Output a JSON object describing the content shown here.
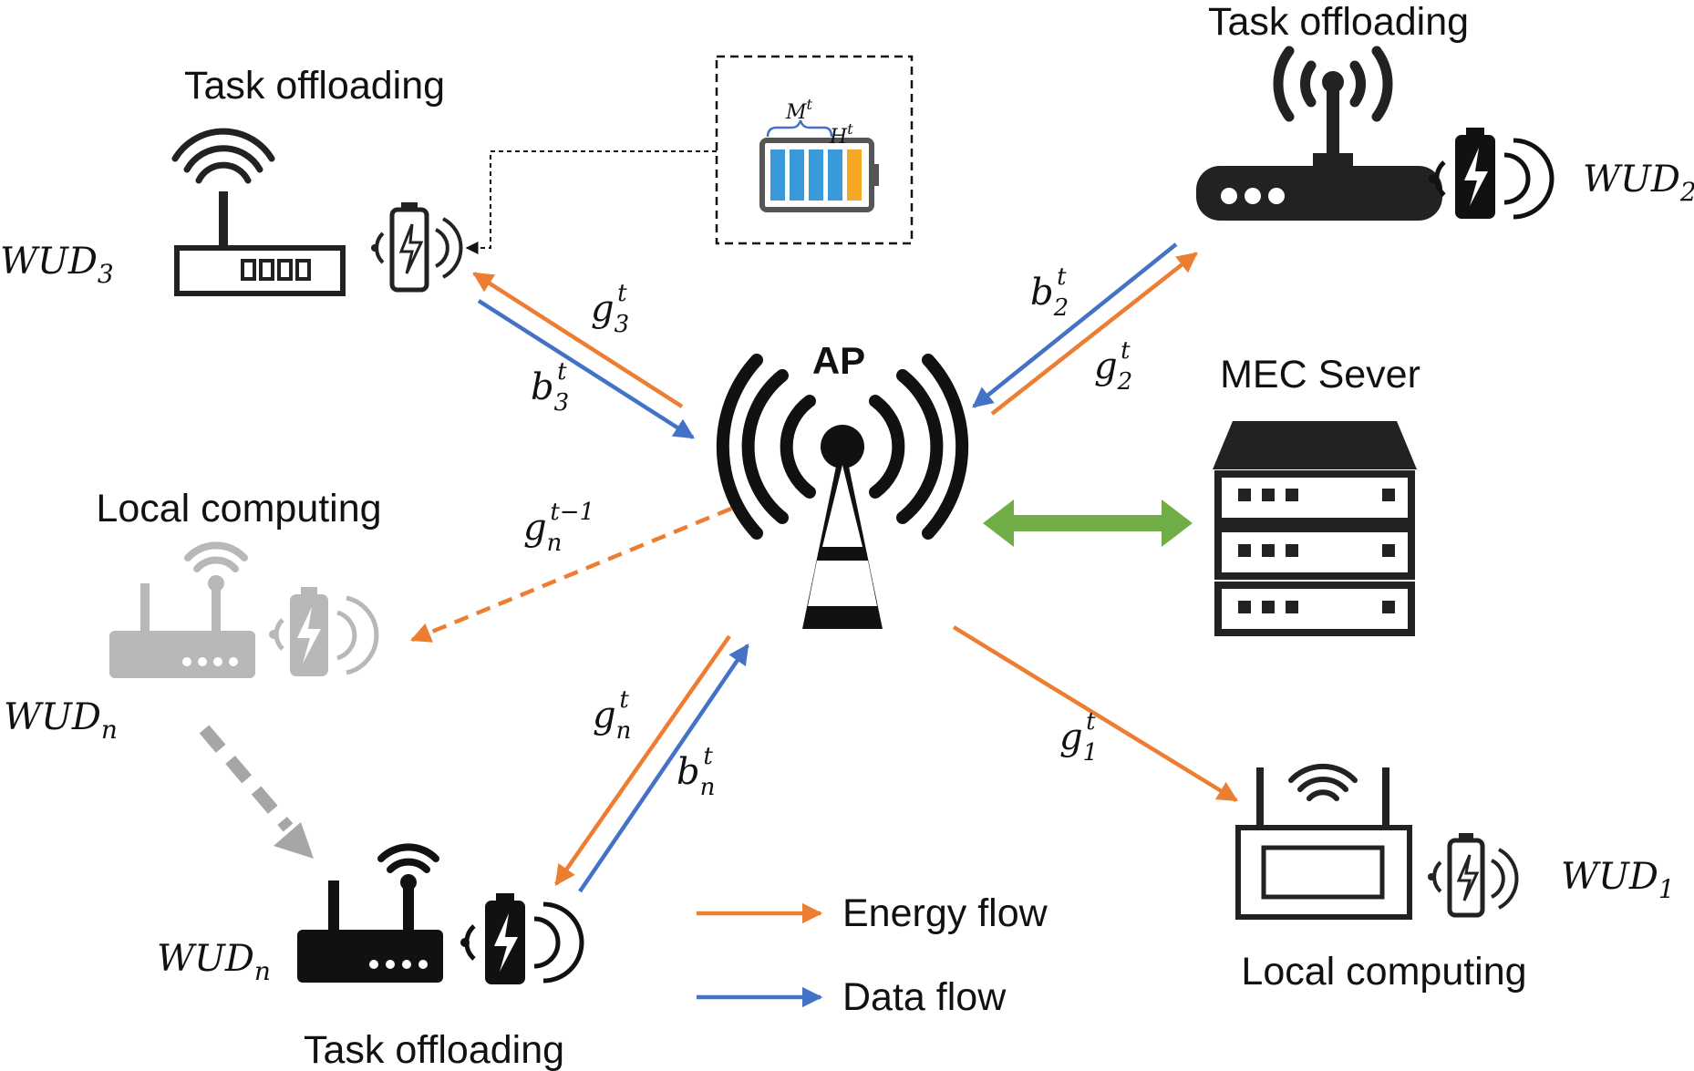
{
  "colors": {
    "energy": "#ED7D31",
    "data": "#4472C4",
    "mec_link": "#70AD47",
    "device": "#222222",
    "device_grey": "#B8B8B8",
    "battery_blue": "#3A9AD9",
    "battery_orange": "#F5A623"
  },
  "ap": {
    "label": "AP"
  },
  "mec": {
    "label": "MEC Sever"
  },
  "devices": {
    "wud3": {
      "label": "Task offloading",
      "name": {
        "base": "WUD",
        "sub": "3"
      }
    },
    "wud2": {
      "label": "Task offloading",
      "name": {
        "base": "WUD",
        "sub": "2"
      }
    },
    "wudn_local": {
      "label": "Local computing",
      "name": {
        "base": "WUD",
        "sub": "n"
      }
    },
    "wudn_offload": {
      "label": "Task offloading",
      "name": {
        "base": "WUD",
        "sub": "n"
      }
    },
    "wud1": {
      "label": "Local computing",
      "name": {
        "base": "WUD",
        "sub": "1"
      }
    }
  },
  "battery_detail": {
    "m_label": {
      "base": "M",
      "sup": "t"
    },
    "h_label": {
      "base": "H",
      "sup": "t"
    }
  },
  "links": {
    "g3": {
      "base": "g",
      "sub": "3",
      "sup": "t"
    },
    "b3": {
      "base": "b",
      "sub": "3",
      "sup": "t"
    },
    "b2": {
      "base": "b",
      "sub": "2",
      "sup": "t"
    },
    "g2": {
      "base": "g",
      "sub": "2",
      "sup": "t"
    },
    "gn_prev": {
      "base": "g",
      "sub": "n",
      "sup": "t−1"
    },
    "gn": {
      "base": "g",
      "sub": "n",
      "sup": "t"
    },
    "bn": {
      "base": "b",
      "sub": "n",
      "sup": "t"
    },
    "g1": {
      "base": "g",
      "sub": "1",
      "sup": "t"
    }
  },
  "legend": {
    "energy_label": "Energy flow",
    "data_label": "Data flow"
  }
}
